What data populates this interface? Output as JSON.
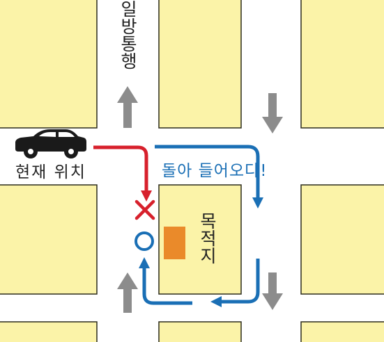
{
  "labels": {
    "one_way": "일방통행",
    "current_location": "현재 위치",
    "go_around": "돌아 들어오다!",
    "destination": "목적지"
  },
  "colors": {
    "block_fill": "#fbf3a8",
    "block_stroke": "#2a2a1a",
    "road": "#ffffff",
    "one_way_arrow": "#8c8c8c",
    "wrong_route": "#d7202c",
    "correct_route": "#1a6fb5",
    "destination_marker": "#ea8a2a",
    "car": "#1a1a1a"
  },
  "markers": {
    "wrong_mark": "x-mark",
    "right_mark": "o-mark"
  }
}
